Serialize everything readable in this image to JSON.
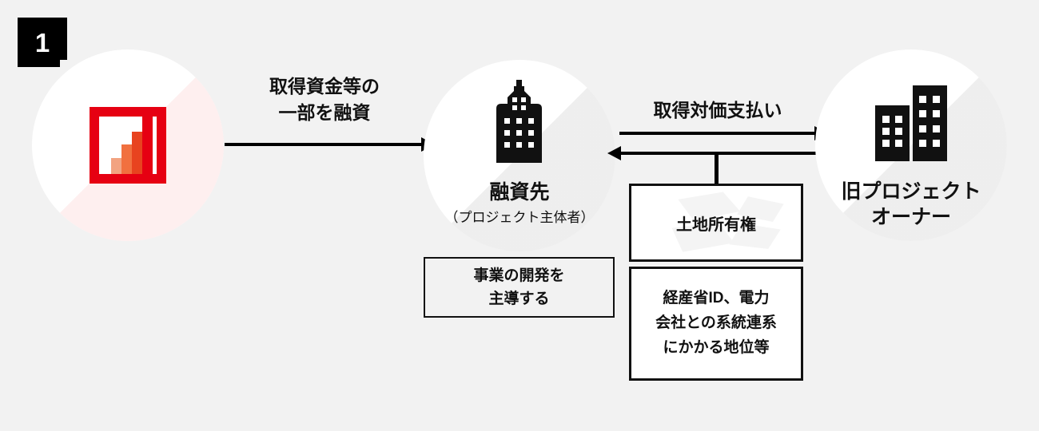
{
  "page": {
    "background_color": "#f2f2f2",
    "accent_color": "#e60012",
    "text_color": "#111111"
  },
  "step_badge": {
    "number": "1",
    "background_color": "#000000",
    "text_color": "#ffffff"
  },
  "nodes": [
    {
      "id": "lender",
      "icon": "bar-chart-frame-icon",
      "label": "",
      "sublabel": ""
    },
    {
      "id": "borrower",
      "icon": "skyscraper-icon",
      "label": "融資先",
      "sublabel": "（プロジェクト主体者）"
    },
    {
      "id": "owner",
      "icon": "two-buildings-icon",
      "label": "旧プロジェクト\nオーナー",
      "label_line1": "旧プロジェクト",
      "label_line2": "オーナー"
    }
  ],
  "arrows": [
    {
      "id": "loan",
      "direction": "right",
      "caption_line1": "取得資金等の",
      "caption_line2": "一部を融資"
    },
    {
      "id": "payment",
      "direction": "right",
      "caption": "取得対価支払い"
    },
    {
      "id": "transfer",
      "direction": "left",
      "caption": ""
    }
  ],
  "boxes": [
    {
      "id": "develop",
      "line1": "事業の開発を",
      "line2": "主導する",
      "background": "transparent"
    },
    {
      "id": "land",
      "text": "土地所有権",
      "background": "#ffffff",
      "watermark": "land-plot-watermark"
    },
    {
      "id": "status",
      "line1": "経産省ID、電力",
      "line2": "会社との系統連系",
      "line3": "にかかる地位等",
      "background": "#ffffff"
    }
  ],
  "chart_icon": {
    "frame_color": "#e60012",
    "bars": [
      {
        "height_pct": 28,
        "color": "#f2a381"
      },
      {
        "height_pct": 52,
        "color": "#f1703f"
      },
      {
        "height_pct": 73,
        "color": "#e8431f"
      },
      {
        "height_pct": 100,
        "color": "#e60012"
      }
    ]
  }
}
